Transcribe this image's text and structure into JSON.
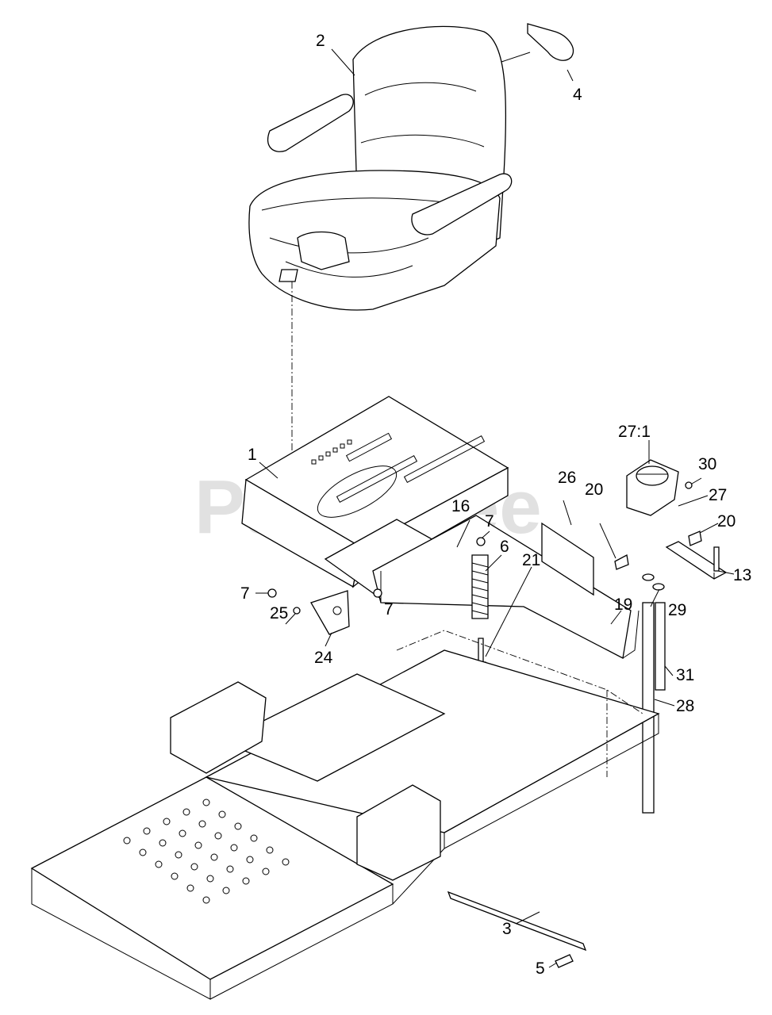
{
  "watermark": "PartsTree",
  "callouts": {
    "c1": "1",
    "c2": "2",
    "c3": "3",
    "c4": "4",
    "c5": "5",
    "c6": "6",
    "c7a": "7",
    "c7b": "7",
    "c7c": "7",
    "c13": "13",
    "c16": "16",
    "c19": "19",
    "c20a": "20",
    "c20b": "20",
    "c21": "21",
    "c24": "24",
    "c25": "25",
    "c26": "26",
    "c27": "27",
    "c27_1": "27:1",
    "c28": "28",
    "c29": "29",
    "c30": "30",
    "c31": "31"
  }
}
